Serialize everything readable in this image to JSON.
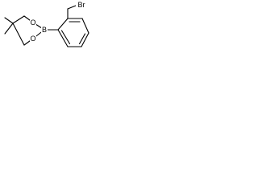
{
  "structure": {
    "atoms": {
      "bromine": "Br",
      "boron": "B",
      "oxygen_top": "O",
      "oxygen_bottom": "O"
    }
  },
  "colors": {
    "bond": "#000000",
    "background": "#ffffff"
  }
}
